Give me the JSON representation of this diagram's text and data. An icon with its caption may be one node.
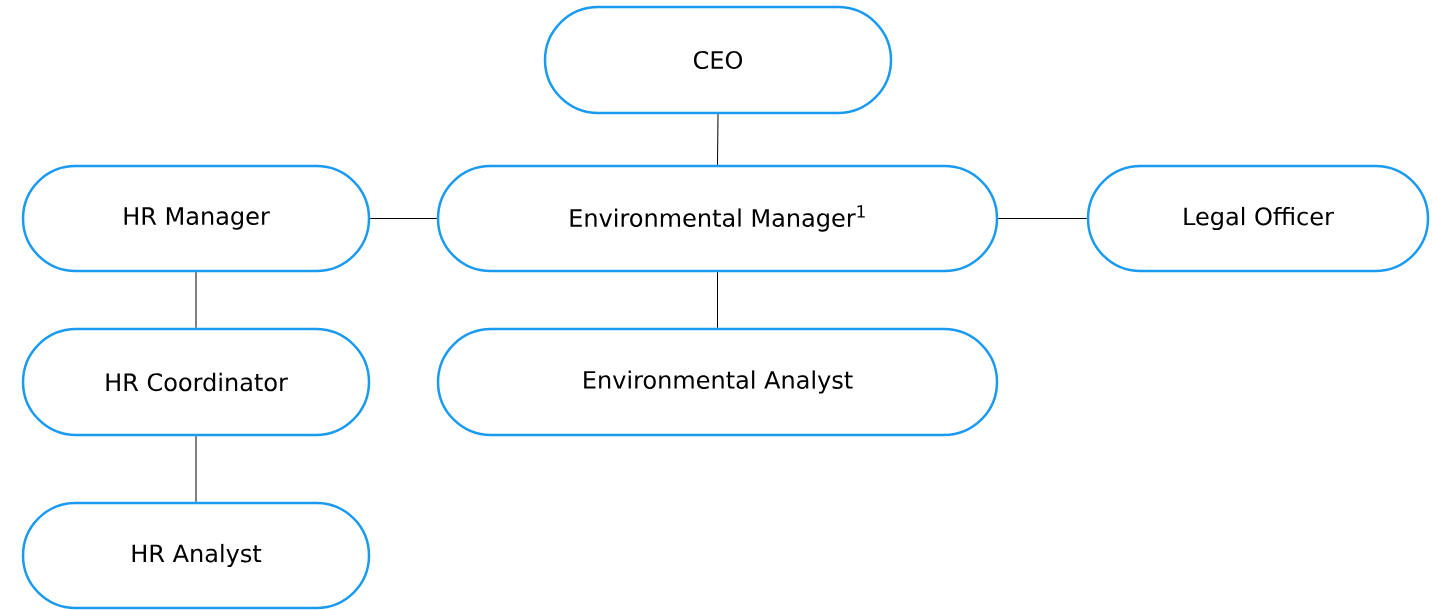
{
  "diagram": {
    "nodes": [
      {
        "text": [
          "CEO"
        ]
      },
      {
        "text": [
          "HR Manager"
        ]
      },
      {
        "text": [
          "Environmental Manager$^{1}$"
        ]
      },
      {
        "text": [
          "Legal Officer"
        ]
      },
      {
        "text": [
          "HR Coordinator"
        ]
      },
      {
        "text": [
          "Environmental Analyst"
        ]
      },
      {
        "text": [
          "HR Analyst"
        ]
      }
    ],
    "edges": [
      {
        "from": 0,
        "to": 2,
        "arrow": "none"
      },
      {
        "from": 1,
        "to": 2,
        "arrow": "none"
      },
      {
        "from": 2,
        "to": 3,
        "arrow": "none"
      },
      {
        "from": 2,
        "to": 5,
        "arrow": "none"
      },
      {
        "from": 1,
        "to": 4,
        "arrow": "none"
      },
      {
        "from": 4,
        "to": 6,
        "arrow": "none"
      }
    ]
  }
}
